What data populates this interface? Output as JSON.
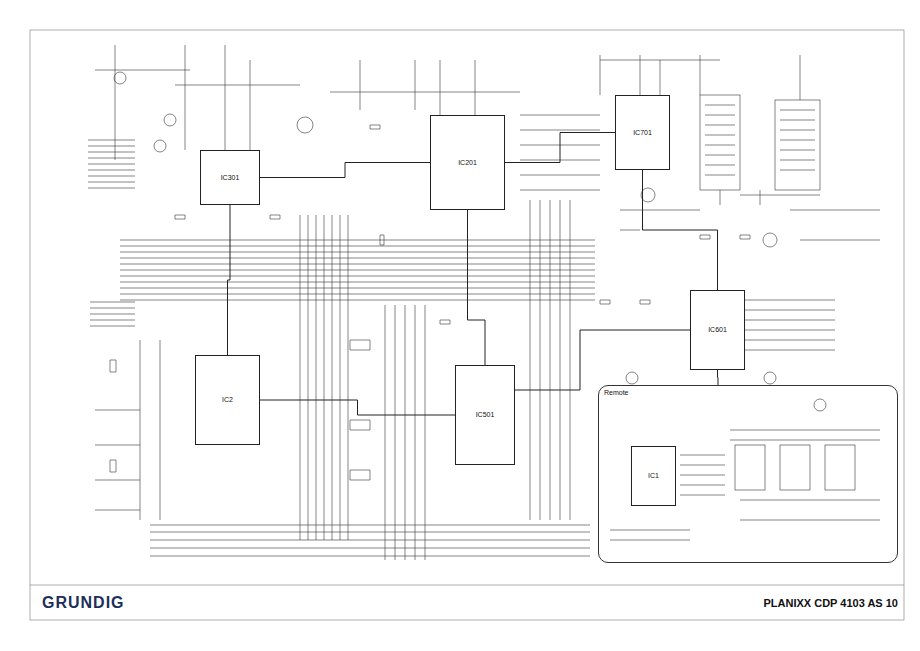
{
  "diagram": {
    "title": "PLANIXX CDP 4103 AS 10",
    "nodes": [
      {
        "text": [
          "IC301"
        ]
      },
      {
        "text": [
          "IC201"
        ]
      },
      {
        "text": [
          "IC701"
        ]
      },
      {
        "text": [
          "IC2"
        ]
      },
      {
        "text": [
          "IC501"
        ]
      },
      {
        "text": [
          "IC601"
        ]
      },
      {
        "text": [
          "Remote"
        ]
      },
      {
        "text": [
          "IC1"
        ],
        "in": 6
      }
    ],
    "edges": [
      {
        "from": 0,
        "to": 1,
        "arrow": "none"
      },
      {
        "from": 1,
        "to": 2,
        "arrow": "none"
      },
      {
        "from": 0,
        "to": 3,
        "arrow": "none"
      },
      {
        "from": 1,
        "to": 4,
        "arrow": "none"
      },
      {
        "from": 3,
        "to": 4,
        "arrow": "none"
      },
      {
        "from": 4,
        "to": 5,
        "arrow": "none"
      },
      {
        "from": 2,
        "to": 5,
        "arrow": "none"
      },
      {
        "from": 5,
        "to": 6,
        "arrow": "none"
      }
    ],
    "labels": [
      "GRUNDIG"
    ]
  }
}
